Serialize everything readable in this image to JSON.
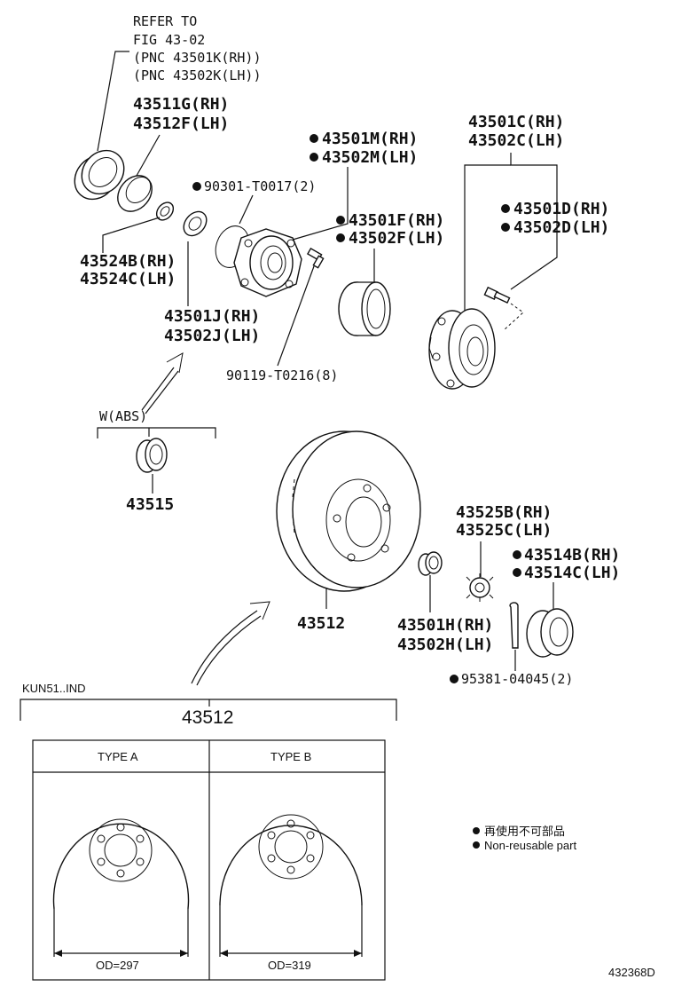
{
  "refer": {
    "line1": "REFER TO",
    "line2": "FIG 43-02",
    "line3": "(PNC 43501K(RH))",
    "line4": "(PNC 43502K(LH))"
  },
  "parts": {
    "seal_rh": "43511G(RH)",
    "seal_lh": "43512F(LH)",
    "hub_m_rh": "43501M(RH)",
    "hub_m_lh": "43502M(LH)",
    "oring": "90301-T0017(2)",
    "hub_c_rh": "43501C(RH)",
    "hub_c_lh": "43502C(LH)",
    "washer_rh": "43524B(RH)",
    "washer_lh": "43524C(LH)",
    "bearing_f_rh": "43501F(RH)",
    "bearing_f_lh": "43502F(LH)",
    "bolt_d_rh": "43501D(RH)",
    "bolt_d_lh": "43502D(LH)",
    "bearing_j_rh": "43501J(RH)",
    "bearing_j_lh": "43502J(LH)",
    "stud": "90119-T0216(8)",
    "abs_label": "W(ABS)",
    "sensor_ring": "43515",
    "nut_rh": "43525B(RH)",
    "nut_lh": "43525C(LH)",
    "cap_rh": "43514B(RH)",
    "cap_lh": "43514C(LH)",
    "disc": "43512",
    "bearing_h_rh": "43501H(RH)",
    "bearing_h_lh": "43502H(LH)",
    "pin": "95381-04045(2)"
  },
  "detail": {
    "model": "KUN51..IND",
    "part": "43512",
    "type_a": "TYPE A",
    "type_b": "TYPE B",
    "od_a": "OD=297",
    "od_b": "OD=319"
  },
  "legend": {
    "jp": "再使用不可部品",
    "en": "Non-reusable part"
  },
  "figure_id": "432368D"
}
